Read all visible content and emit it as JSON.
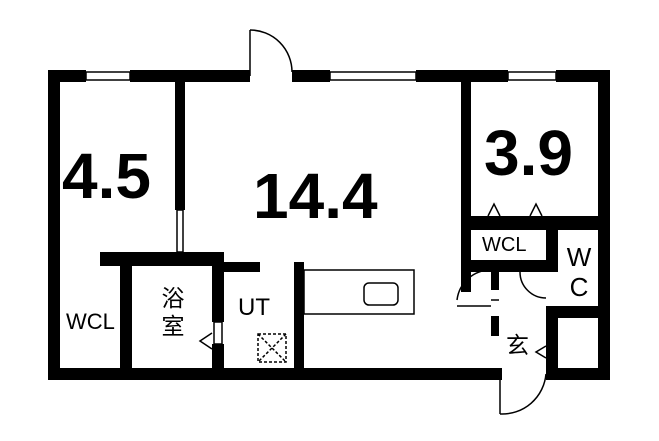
{
  "rooms": {
    "west_room": "4.5",
    "living_room": "14.4",
    "east_room": "3.9",
    "west_closet": "WCL",
    "east_closet": "WCL",
    "bath": "浴室",
    "utility": "UT",
    "toilet_line1": "W",
    "toilet_line2": "C",
    "entrance": "玄"
  },
  "colors": {
    "wall": "#000000",
    "background": "#ffffff"
  }
}
